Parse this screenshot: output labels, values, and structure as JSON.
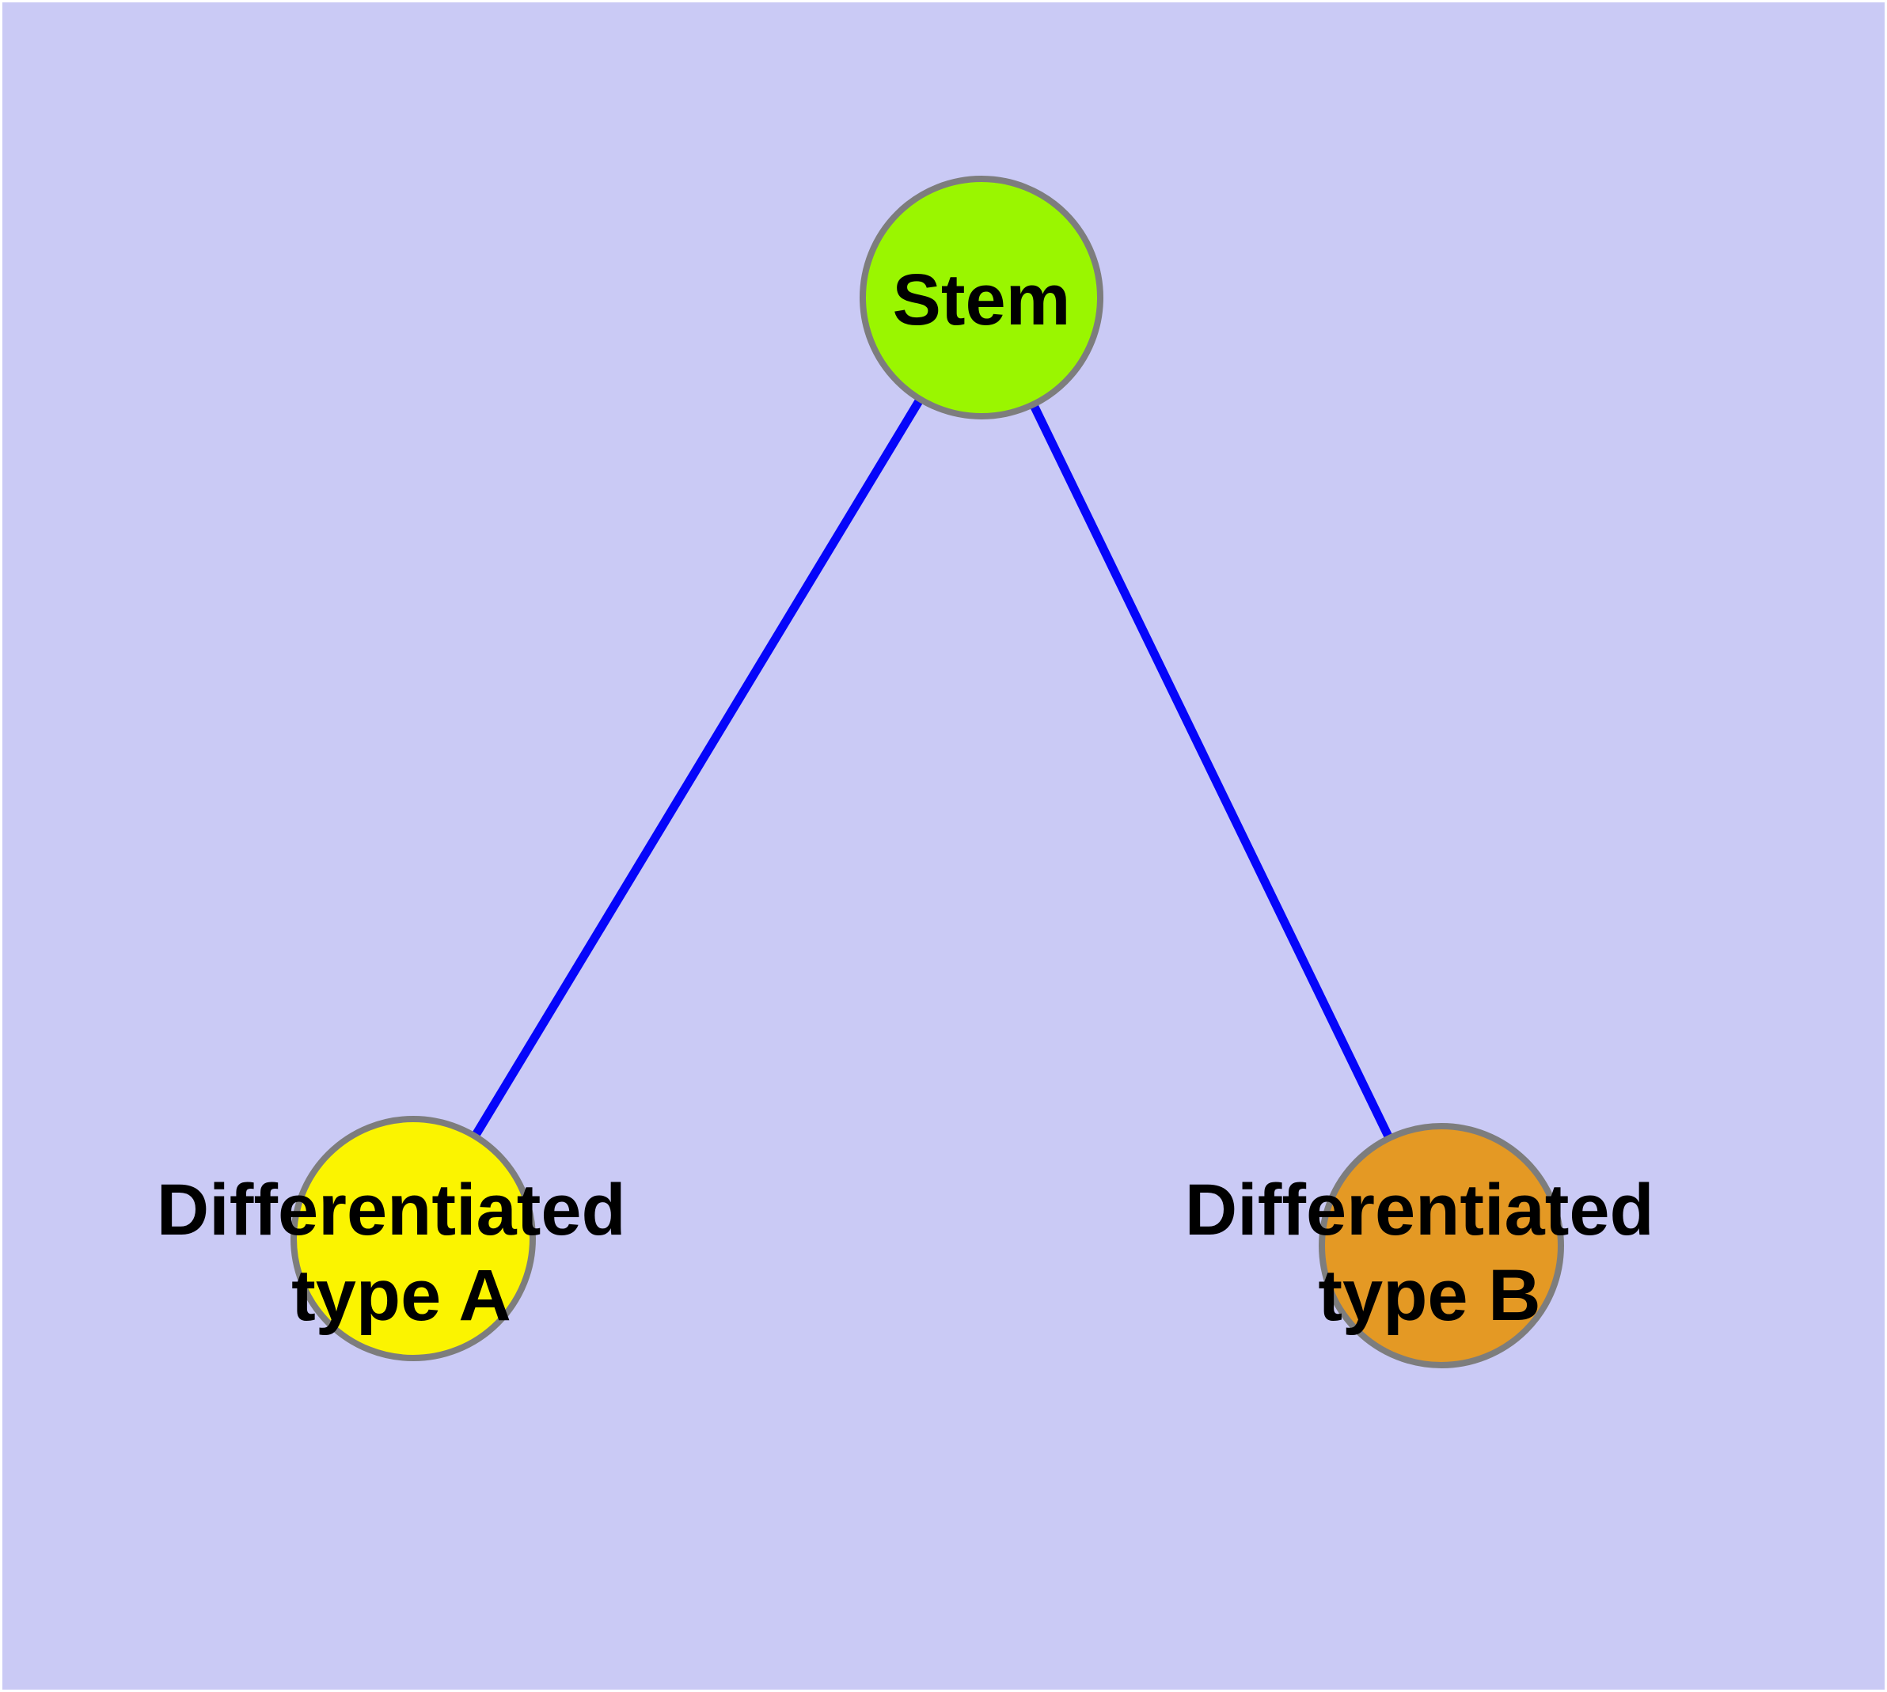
{
  "diagram": {
    "title": "stem-cell-differentiation-graph",
    "background_color": "#CACAF5",
    "frame_color": "#FFFFFF",
    "edge_color": "#0505FA",
    "node_border_color": "#7D7D7D",
    "nodes": {
      "stem": {
        "label": "Stem",
        "fill": "#9AF600"
      },
      "type_a": {
        "label_line1": "Differentiated",
        "label_line2": "type A",
        "fill": "#FBF400"
      },
      "type_b": {
        "label_line1": "Differentiated",
        "label_line2": "type B",
        "fill": "#E49924"
      }
    },
    "edges": [
      {
        "from": "stem",
        "to": "type_a"
      },
      {
        "from": "stem",
        "to": "type_b"
      }
    ]
  }
}
